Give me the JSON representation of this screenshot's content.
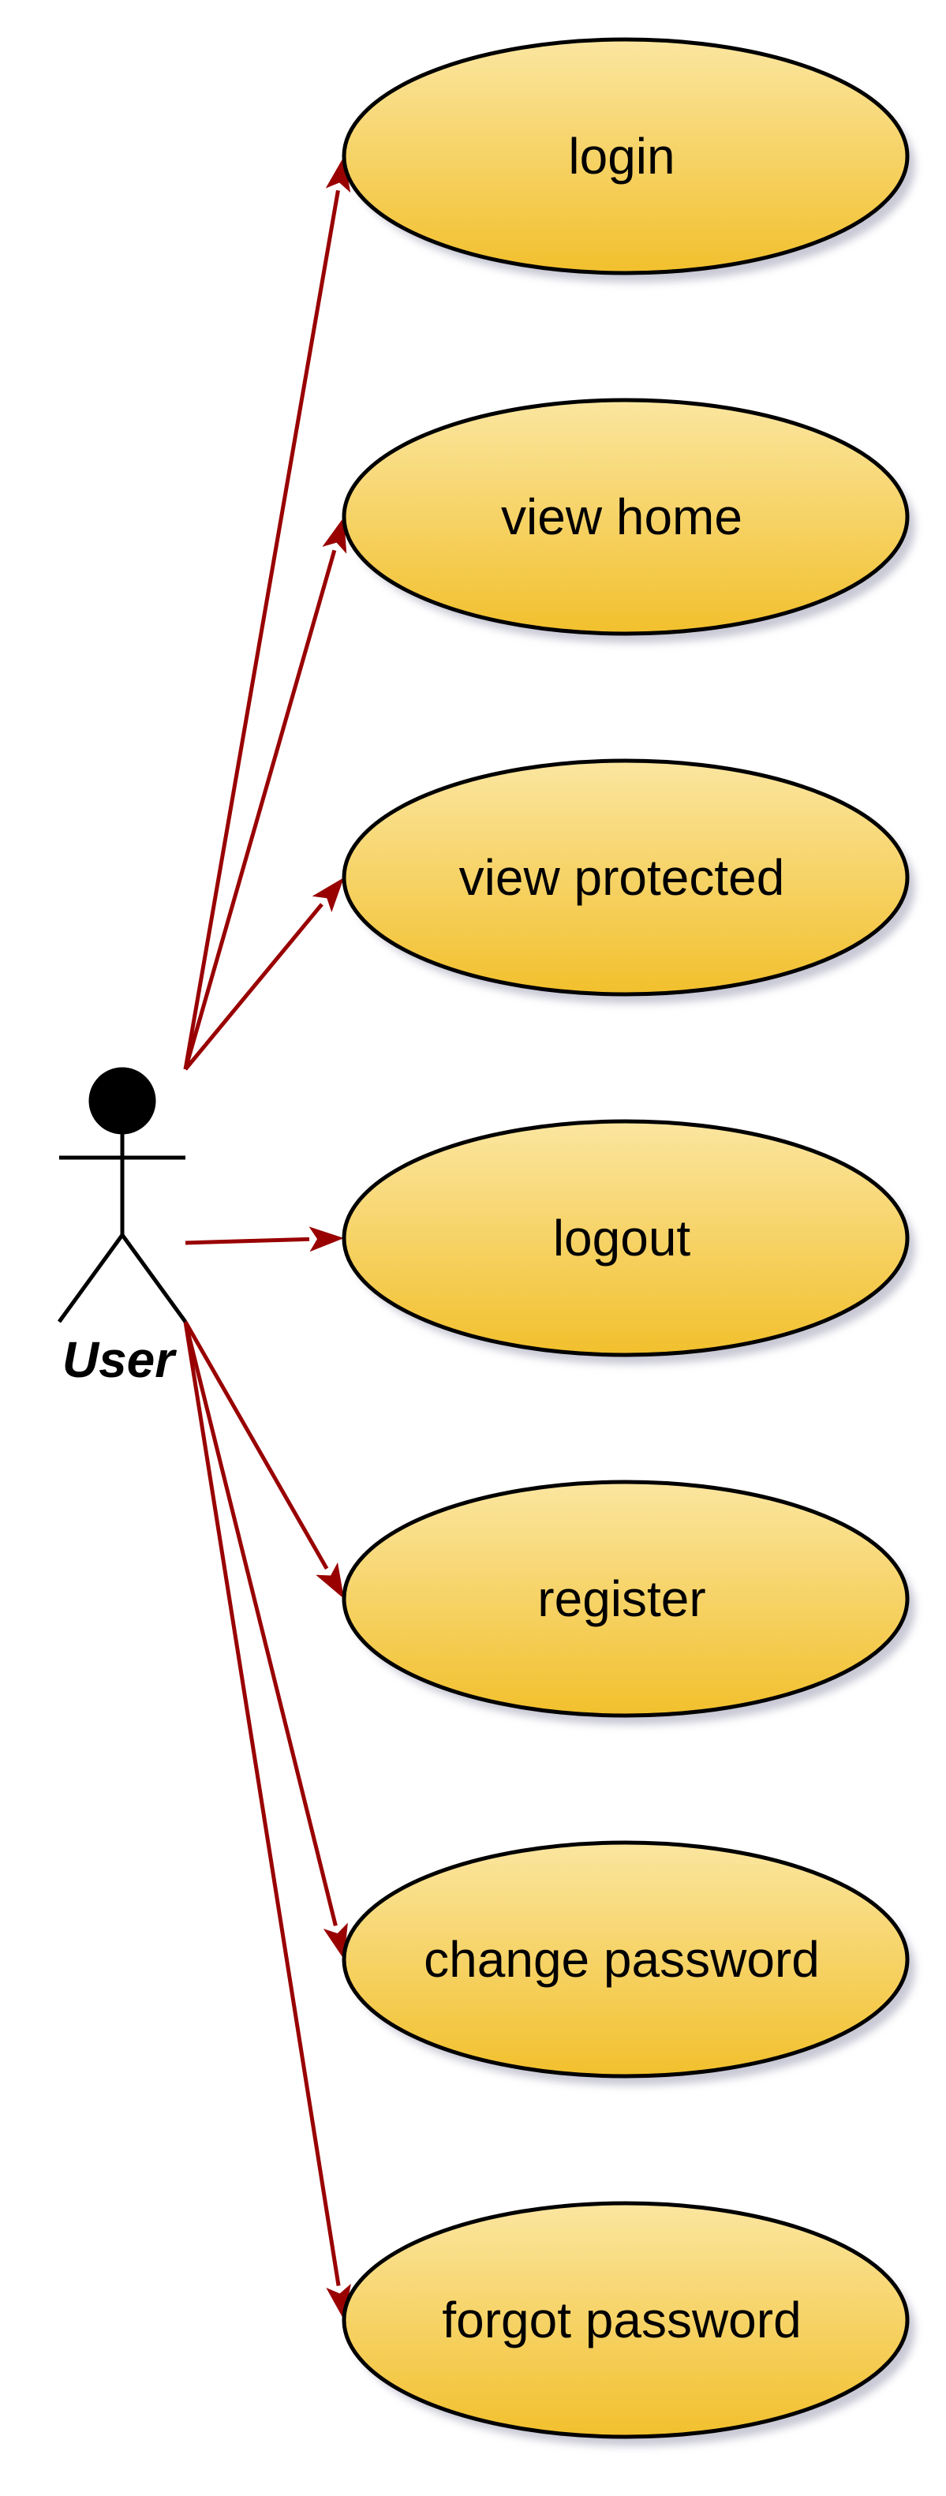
{
  "diagram_type": "uml-use-case",
  "actor": {
    "name": "User",
    "icon": "stick-figure-icon"
  },
  "use_cases": [
    "login",
    "view home",
    "view protected",
    "logout",
    "register",
    "change password",
    "forgot password"
  ],
  "colors": {
    "use_case_fill_top": "#fbe6a0",
    "use_case_fill_bottom": "#f2c02d",
    "use_case_stroke": "#000000",
    "use_case_shadow": "#c9c9d6",
    "arrow": "#990000",
    "actor": "#000000"
  }
}
